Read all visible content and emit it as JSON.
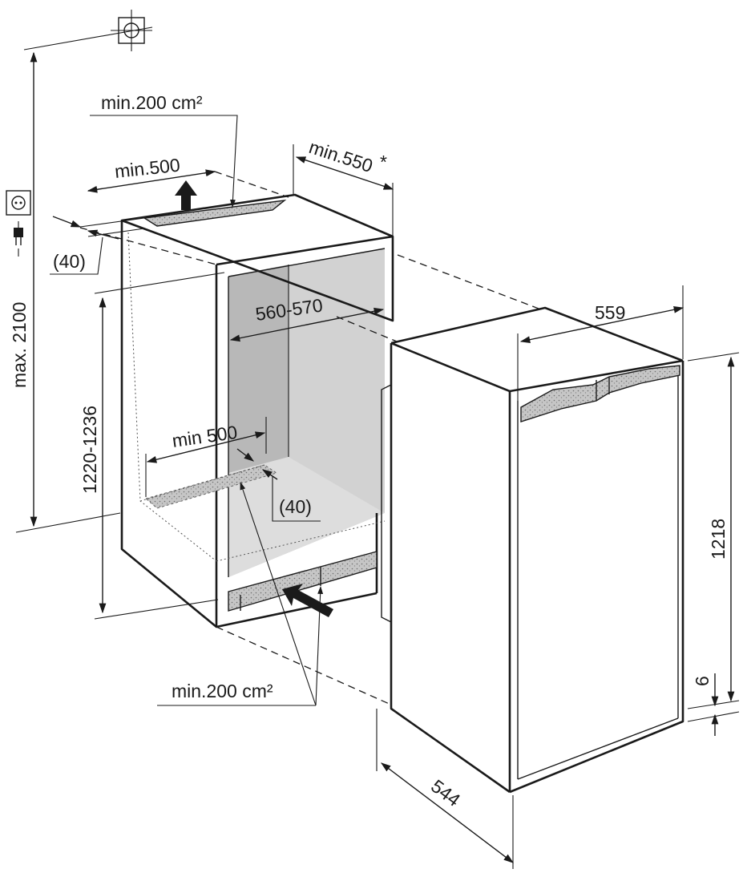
{
  "labels": {
    "vent_top_area": "min.200 cm²",
    "vent_top_width": "min.500",
    "niche_depth": "min.550",
    "niche_depth_note": "*",
    "top_gap": "(40)",
    "niche_height_max": "max. 2100",
    "niche_height": "1220-1236",
    "niche_width": "560-570",
    "vent_bottom_width": "min 500",
    "bottom_gap": "(40)",
    "vent_bottom_area": "min.200 cm²",
    "appliance_width": "559",
    "appliance_height": "1218",
    "appliance_foot": "6",
    "appliance_depth": "544"
  },
  "icons": {
    "top_symbol": "crosshair-square-icon",
    "socket": "power-socket-icon",
    "plug": "power-plug-icon",
    "vent_arrow_up": "arrow-up-icon",
    "vent_arrow_in": "arrow-diagonal-icon"
  },
  "colors": {
    "line": "#1a1a1a",
    "cavity_fill": "#cfcfcf",
    "cavity_dark": "#b5b5b5",
    "grille_fill": "#bdbdbd"
  }
}
